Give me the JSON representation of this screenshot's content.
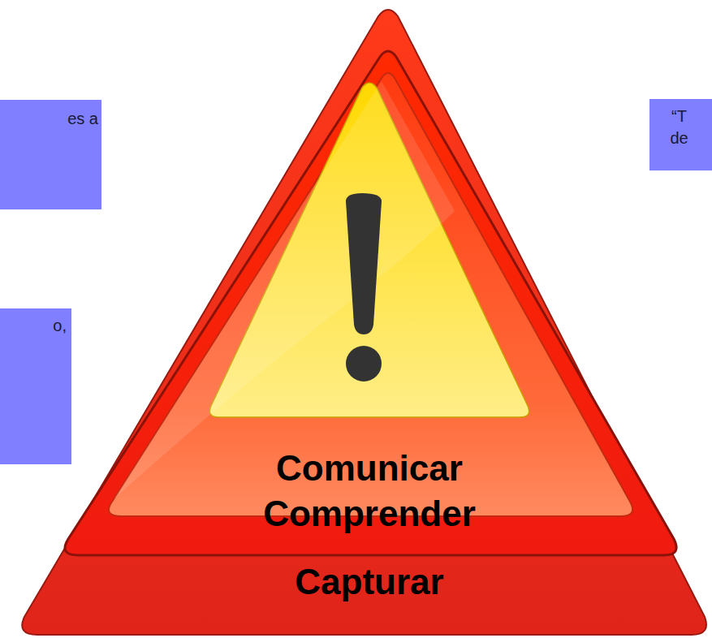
{
  "diagram": {
    "nodes": [
      {
        "text": [
          "es a"
        ]
      },
      {
        "text": [
          "o,"
        ]
      },
      {
        "text": [
          "“T de"
        ]
      },
      {
        "text": [
          "Comunicar"
        ]
      },
      {
        "text": [
          "Comprender"
        ]
      },
      {
        "text": [
          "Capturar"
        ]
      }
    ]
  }
}
